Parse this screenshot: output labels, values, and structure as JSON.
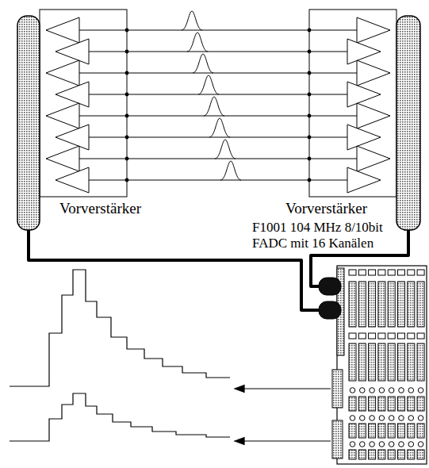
{
  "diagram": {
    "nodes": [
      {
        "text": [
          "Vorverstärker"
        ]
      },
      {
        "text": [
          "Vorverstärker"
        ]
      },
      {
        "text": [
          "F1001 104 MHz 8/10bit FADC mit 16 Kanälen"
        ]
      }
    ],
    "edges": [
      {
        "from": 0,
        "to": 2,
        "arrow": "none"
      },
      {
        "from": 1,
        "to": 2,
        "arrow": "none"
      }
    ]
  }
}
